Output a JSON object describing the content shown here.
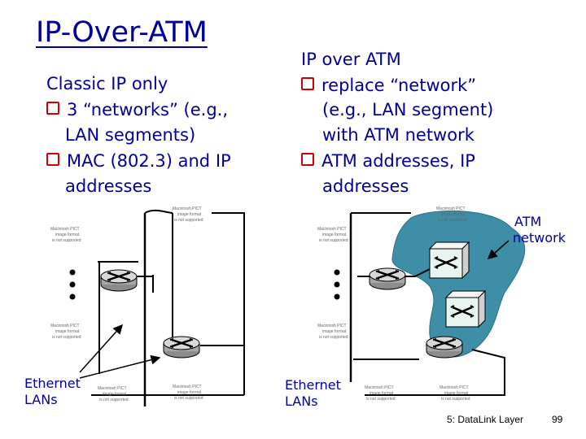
{
  "slide": {
    "title": "IP-Over-ATM",
    "left": {
      "heading": "Classic IP only",
      "bullets": [
        "3 “networks” (e.g.,",
        "MAC (802.3) and IP"
      ],
      "continuations": [
        "LAN segments)",
        "addresses"
      ]
    },
    "right": {
      "heading": "IP over ATM",
      "bullets": [
        "replace “network”",
        "ATM addresses, IP"
      ],
      "continuations": [
        "(e.g., LAN segment)",
        "with ATM network",
        "addresses"
      ]
    },
    "labels": {
      "ethernet_left": [
        "Ethernet",
        "LANs"
      ],
      "ethernet_right": [
        "Ethernet",
        "LANs"
      ],
      "atm_network": [
        "ATM",
        "network"
      ]
    },
    "footer": {
      "chapter": "5: DataLink Layer",
      "page": "99"
    }
  },
  "colors": {
    "text": "#000099",
    "bullet": "#cc0000",
    "network_cloud": "#3d8ea6",
    "lan": "#000000"
  },
  "icons": [
    "square-bullet-icon",
    "router-icon",
    "atm-switch-icon",
    "host-placeholder-icon",
    "ellipsis-dots-icon",
    "arrow-icon"
  ]
}
